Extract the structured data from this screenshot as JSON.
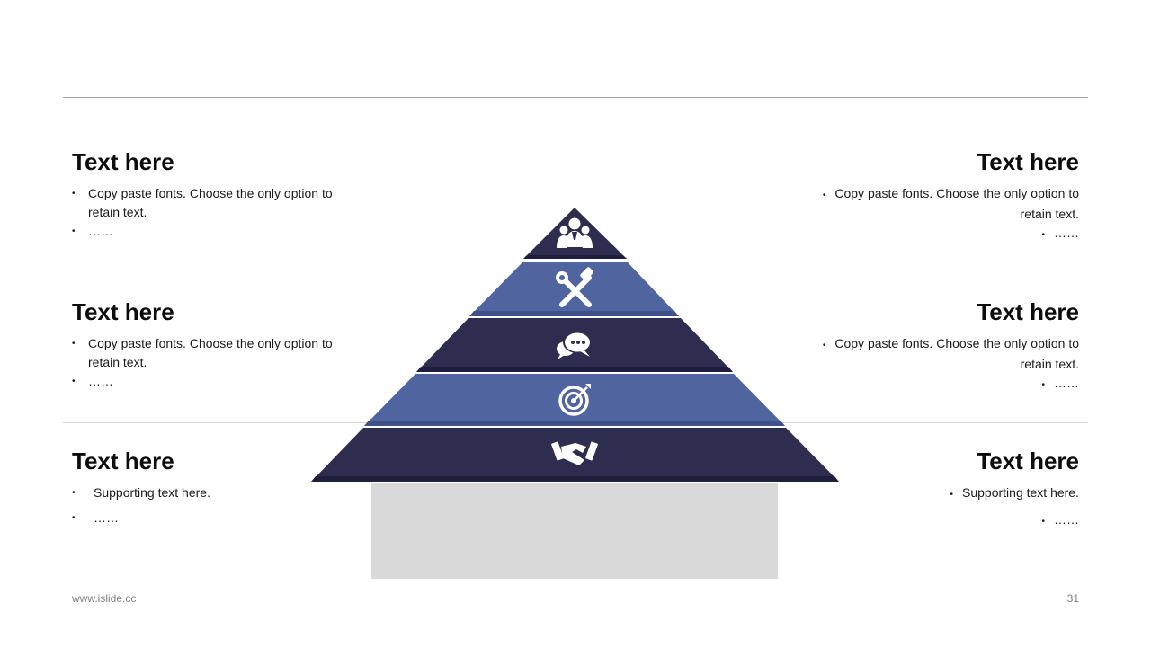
{
  "blocks": [
    {
      "heading": "Text here",
      "items": [
        "Copy paste fonts. Choose the only option to retain text.",
        "……"
      ]
    },
    {
      "heading": "Text here",
      "items": [
        "Copy paste fonts. Choose the only option to retain text.",
        "……"
      ]
    },
    {
      "heading": "Text here",
      "items": [
        "Supporting text here.",
        "……"
      ]
    },
    {
      "heading": "Text here",
      "items": [
        "Copy paste fonts. Choose the only option to retain text.",
        "……"
      ]
    },
    {
      "heading": "Text here",
      "items": [
        "Copy paste fonts. Choose the only option to retain text.",
        "……"
      ]
    },
    {
      "heading": "Text here",
      "items": [
        "Supporting text here.",
        "……"
      ]
    }
  ],
  "pyramid": {
    "layers": [
      {
        "icon": "team-icon",
        "color": "#2e2d50"
      },
      {
        "icon": "tools-icon",
        "color": "#5064a0"
      },
      {
        "icon": "chat-icon",
        "color": "#2e2d50"
      },
      {
        "icon": "target-icon",
        "color": "#5064a0"
      },
      {
        "icon": "handshake-icon",
        "color": "#2e2d50"
      }
    ],
    "base_color": "#d9d9d9"
  },
  "footer": {
    "website": "www.islide.cc",
    "page_number": "31"
  }
}
